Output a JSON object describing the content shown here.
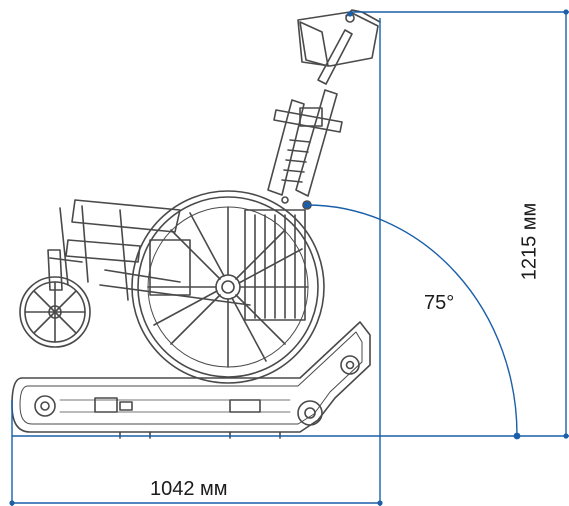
{
  "dimensions": {
    "width_label": "1042 мм",
    "height_label": "1215 мм",
    "angle_label": "75°"
  },
  "colors": {
    "dimension_line": "#1a5fa8",
    "drawing_ink": "#4a4a4a",
    "background": "#ffffff"
  }
}
